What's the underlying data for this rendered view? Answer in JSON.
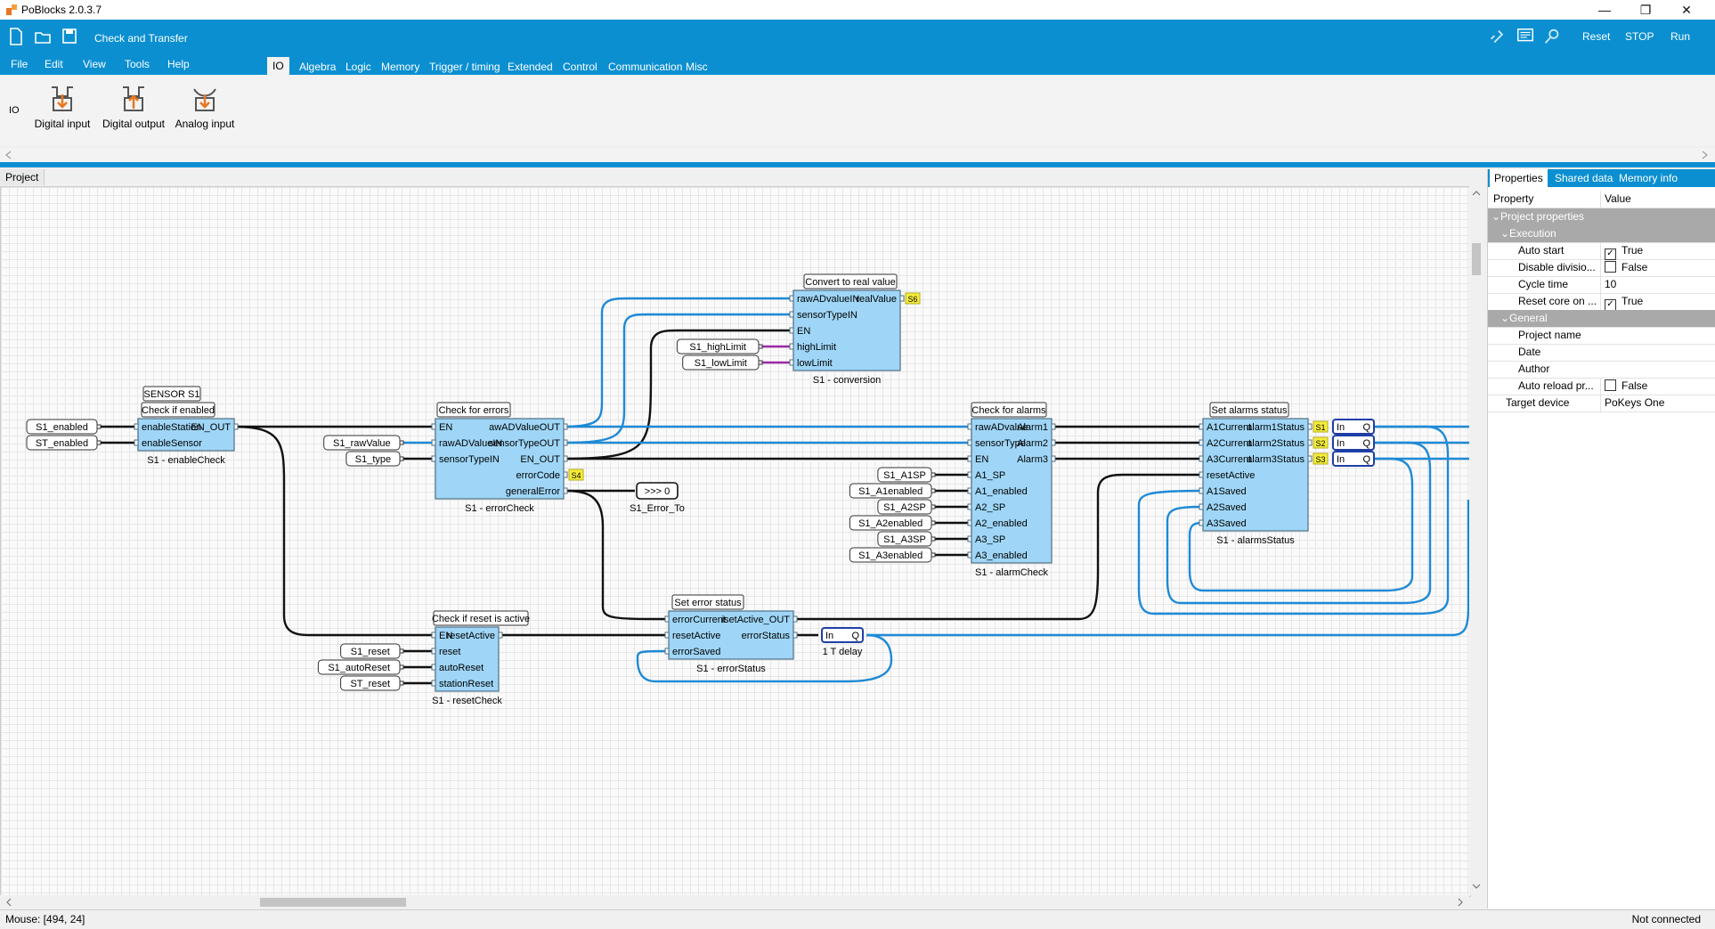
{
  "window": {
    "title": "PoBlocks 2.0.3.7",
    "minimize": "—",
    "restore": "❐",
    "close": "✕"
  },
  "ribbon": {
    "project_title": "Check and Transfer",
    "menus": [
      "File",
      "Edit",
      "View",
      "Tools",
      "Help"
    ],
    "tabs": [
      "IO",
      "Algebra",
      "Logic",
      "Memory",
      "Trigger / timing",
      "Extended",
      "Control",
      "Communication",
      "Misc"
    ],
    "actions": {
      "reset": "Reset",
      "stop": "STOP",
      "run": "Run"
    }
  },
  "toolbar": {
    "side_label": "IO",
    "tools": [
      {
        "label": "Digital input",
        "icon": "digital-input-icon"
      },
      {
        "label": "Digital output",
        "icon": "digital-output-icon"
      },
      {
        "label": "Analog input",
        "icon": "analog-input-icon"
      }
    ]
  },
  "project_tab": "Project",
  "diagram": {
    "blocks": {
      "enable": {
        "header": "Check if enabled",
        "extra_header": "SENSOR S1",
        "caption": "S1 - enableCheck",
        "in": [
          "enableStation",
          "enableSensor"
        ],
        "out": [
          "EN_OUT"
        ]
      },
      "errcheck": {
        "header": "Check for errors",
        "caption": "S1 - errorCheck",
        "in": [
          "EN",
          "rawADValueIN",
          "sensorTypeIN"
        ],
        "out": [
          "awADValueOUT",
          "sensorTypeOUT",
          "EN_OUT",
          "errorCode",
          "generalError"
        ]
      },
      "conv": {
        "header": "Convert to real value",
        "caption": "S1 - conversion",
        "in": [
          "rawADvalueIN",
          "sensorTypeIN",
          "EN",
          "highLimit",
          "lowLimit"
        ],
        "out": [
          "realValue"
        ]
      },
      "alarm": {
        "header": "Check for alarms",
        "caption": "S1 - alarmCheck",
        "in": [
          "rawADvalue",
          "sensorType",
          "EN",
          "A1_SP",
          "A1_enabled",
          "A2_SP",
          "A2_enabled",
          "A3_SP",
          "A3_enabled"
        ],
        "out": [
          "Alarm1",
          "Alarm2",
          "Alarm3"
        ]
      },
      "astatus": {
        "header": "Set alarms status",
        "caption": "S1 - alarmsStatus",
        "in": [
          "A1Current",
          "A2Current",
          "A3Current",
          "resetActive",
          "A1Saved",
          "A2Saved",
          "A3Saved"
        ],
        "out": [
          "alarm1Status",
          "alarm2Status",
          "alarm3Status"
        ]
      },
      "reset": {
        "header": "Check if reset is active",
        "caption": "S1 - resetCheck",
        "in": [
          "EN",
          "reset",
          "autoReset",
          "stationReset"
        ],
        "out": [
          "resetActive"
        ]
      },
      "estatus": {
        "header": "Set error status",
        "caption": "S1 - errorStatus",
        "in": [
          "errorCurrent",
          "resetActive",
          "errorSaved"
        ],
        "out": [
          "isetActive_OUT",
          "errorStatus"
        ]
      }
    },
    "variables": [
      "S1_enabled",
      "ST_enabled",
      "S1_rawValue",
      "S1_type",
      "S1_highLimit",
      "S1_lowLimit",
      "S1_A1SP",
      "S1_A1enabled",
      "S1_A2SP",
      "S1_A2enabled",
      "S1_A3SP",
      "S1_A3enabled",
      "S1_reset",
      "S1_autoReset",
      "ST_reset"
    ],
    "tags": [
      "S6",
      "S4",
      "S1",
      "S2",
      "S3"
    ],
    "delay": {
      "in": "In",
      "q": "Q",
      "caption": "1 T delay"
    },
    "output_block": {
      "label": ">>> 0",
      "caption": "S1_Error_To"
    }
  },
  "properties_panel": {
    "tabs": [
      "Properties",
      "Shared data",
      "Memory info"
    ],
    "header": {
      "property": "Property",
      "value": "Value"
    },
    "root": "Project properties",
    "categories": [
      {
        "name": "Execution",
        "rows": [
          {
            "name": "Auto start",
            "value": "True",
            "checkbox": "checked"
          },
          {
            "name": "Disable divisio...",
            "value": "False",
            "checkbox": "unchecked"
          },
          {
            "name": "Cycle time",
            "value": "10",
            "checkbox": "none"
          },
          {
            "name": "Reset core on ...",
            "value": "True",
            "checkbox": "checked"
          }
        ]
      },
      {
        "name": "General",
        "rows": [
          {
            "name": "Project name",
            "value": "",
            "checkbox": "none"
          },
          {
            "name": "Date",
            "value": "",
            "checkbox": "none"
          },
          {
            "name": "Author",
            "value": "",
            "checkbox": "none"
          },
          {
            "name": "Auto reload pr...",
            "value": "False",
            "checkbox": "unchecked"
          }
        ]
      }
    ],
    "target": {
      "name": "Target device",
      "value": "PoKeys One"
    }
  },
  "status": {
    "mouse": "Mouse: [494, 24]",
    "connection": "Not connected"
  },
  "colors": {
    "accent": "#0b8fd1",
    "block_fill": "#9fd6f7",
    "tag_yellow": "#f5ee3a",
    "wire_black": "#111111",
    "wire_blue": "#1e8ad6",
    "wire_purple": "#9b2aa5"
  }
}
